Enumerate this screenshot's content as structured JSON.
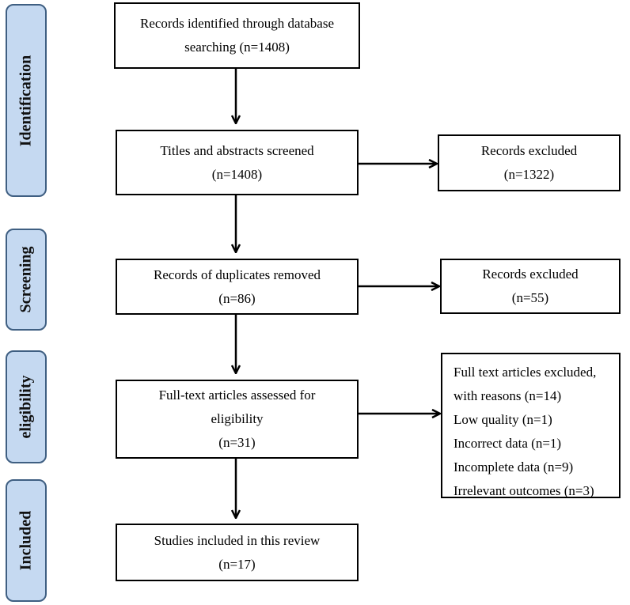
{
  "stages": {
    "identification": "Identification",
    "screening": "Screening",
    "eligibility": "eligibility",
    "included": "Included"
  },
  "boxes": {
    "identified": {
      "line1": "Records identified through database",
      "line2": "searching (n=1408)"
    },
    "screened": {
      "line1": "Titles and abstracts screened",
      "line2": "(n=1408)"
    },
    "excluded1": {
      "line1": "Records excluded",
      "line2": "(n=1322)"
    },
    "duplicates": {
      "line1": "Records of duplicates removed",
      "line2": "(n=86)"
    },
    "excluded2": {
      "line1": "Records excluded",
      "line2": "(n=55)"
    },
    "fulltext": {
      "line1": "Full-text articles assessed for",
      "line2": "eligibility",
      "line3": "(n=31)"
    },
    "excluded3": {
      "line1": "Full text articles excluded,",
      "line2": "with reasons (n=14)",
      "reasons": [
        "Low quality (n=1)",
        "Incorrect data (n=1)",
        "Incomplete data (n=9)",
        "Irrelevant outcomes (n=3)"
      ]
    },
    "included": {
      "line1": "Studies included in this review",
      "line2": "(n=17)"
    }
  }
}
